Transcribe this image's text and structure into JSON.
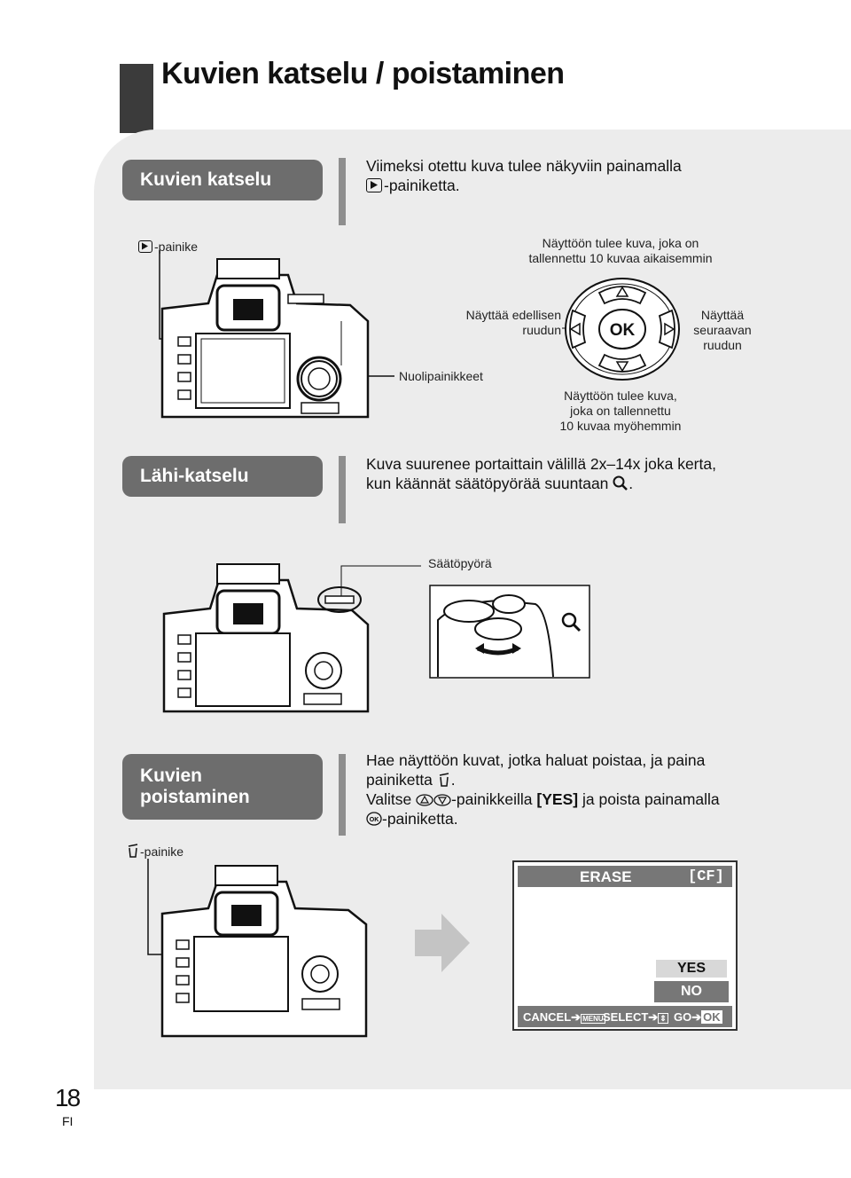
{
  "page": {
    "title": "Kuvien katselu / poistaminen",
    "number": "18",
    "language": "FI"
  },
  "section1": {
    "label": "Kuvien katselu",
    "text_line1": "Viimeksi otettu kuva tulee näkyviin painamalla",
    "text_line2": "-painiketta.",
    "play_button_label": "-painike",
    "callout_up_line1": "Näyttöön tulee kuva, joka on",
    "callout_up_line2": "tallennettu 10 kuvaa aikaisemmin",
    "callout_left_line1": "Näyttää edellisen",
    "callout_left_line2": "ruudun",
    "callout_right_line1": "Näyttää",
    "callout_right_line2": "seuraavan",
    "callout_right_line3": "ruudun",
    "arrow_pad_label": "Nuolipainikkeet",
    "callout_down_line1": "Näyttöön tulee kuva,",
    "callout_down_line2": "joka on tallennettu",
    "callout_down_line3": "10 kuvaa myöhemmin",
    "ok_label": "OK"
  },
  "section2": {
    "label": "Lähi-katselu",
    "text_line1": "Kuva suurenee portaittain välillä 2x–14x joka kerta,",
    "text_line2": "kun käännät säätöpyörää suuntaan",
    "text_line2_end": ".",
    "dial_label": "Säätöpyörä"
  },
  "section3": {
    "label_line1": "Kuvien",
    "label_line2": "poistaminen",
    "text_line1": "Hae näyttöön kuvat, jotka haluat poistaa, ja paina",
    "text_line2": "painiketta",
    "text_line2_end": ".",
    "text_line3_start": "Valitse",
    "text_line3_mid": "-painikkeilla",
    "text_line3_yes": "[YES]",
    "text_line3_end": "ja poista painamalla",
    "text_line4": "-painiketta.",
    "erase_button_label": "-painike"
  },
  "erase_screen": {
    "title": "ERASE",
    "card": "[CF]",
    "option_yes": "YES",
    "option_no": "NO",
    "cancel": "CANCEL",
    "menu": "MENU",
    "select": "SELECT",
    "go": "GO",
    "ok": "OK"
  },
  "colors": {
    "pill": "#6d6d6d",
    "panel": "#ececec",
    "title_bar": "#3b3b3b"
  }
}
